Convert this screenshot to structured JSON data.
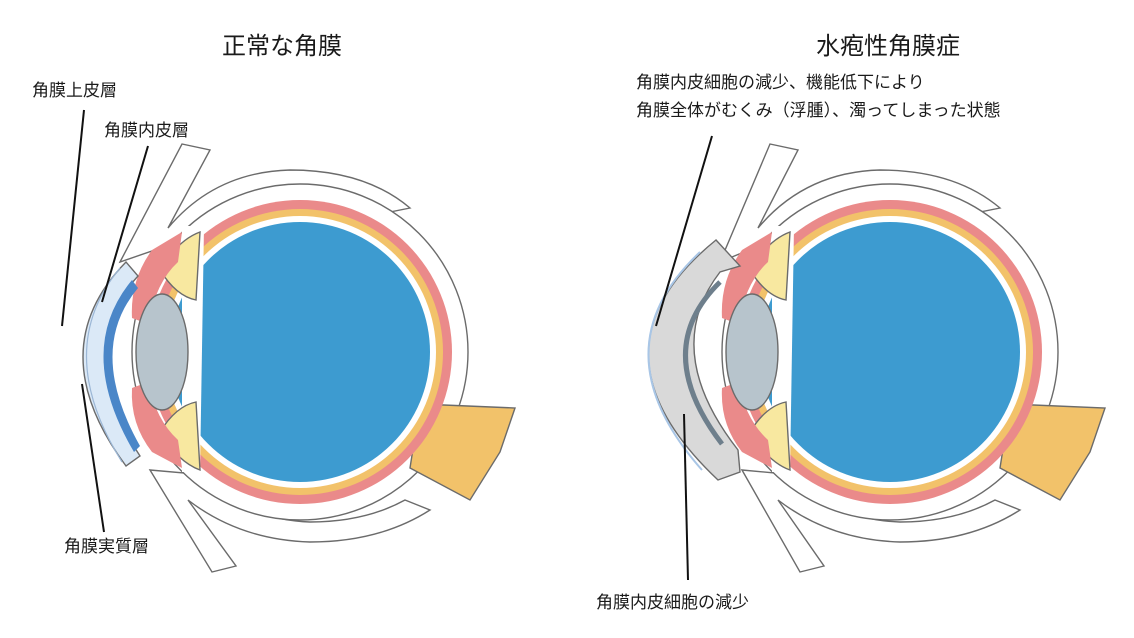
{
  "left": {
    "title": "正常な角膜",
    "labels": {
      "epithelium": "角膜上皮層",
      "endothelium": "角膜内皮層",
      "stroma": "角膜実質層"
    }
  },
  "right": {
    "title": "水疱性角膜症",
    "caption_line1": "角膜内皮細胞の減少、機能低下により",
    "caption_line2": "角膜全体がむくみ（浮腫）、濁ってしまった状態",
    "bottom_label": "角膜内皮細胞の減少"
  },
  "colors": {
    "vitreous": "#3d9bd0",
    "sclera_orange": "#f2c26a",
    "choroid_pink": "#ea8a8a",
    "lens": "#b7c4cc",
    "ciliary_yellow": "#f8e8a0",
    "cornea_normal": "#dbe9f7",
    "endothelium_normal": "#4a86c8",
    "cornea_edema": "#d9d9d9",
    "endothelium_reduced": "#6e7f8c"
  }
}
